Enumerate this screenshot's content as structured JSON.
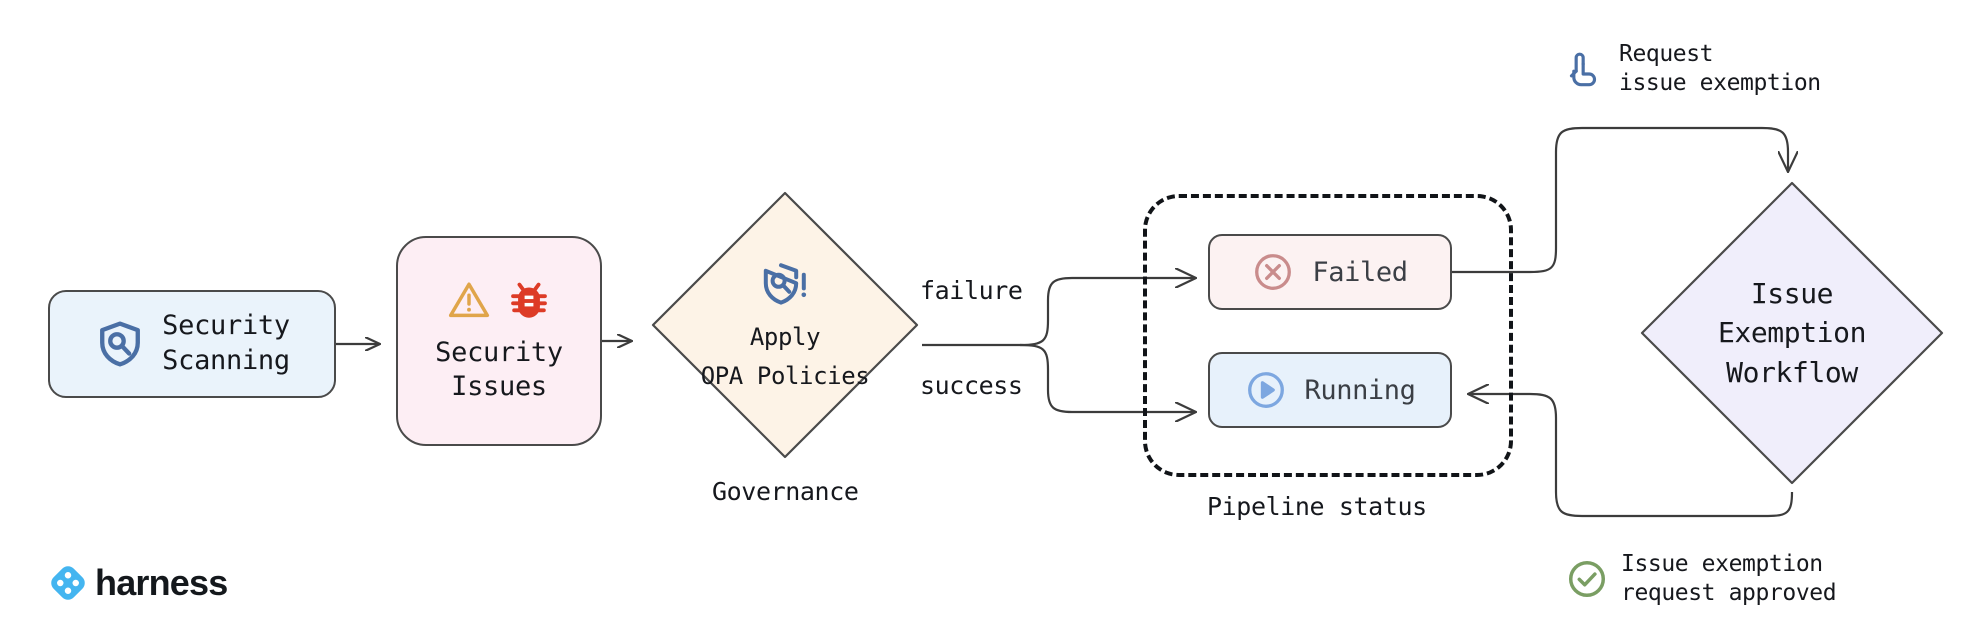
{
  "diagram": {
    "title": "Harness security scanning governance and issue exemption workflow",
    "background": "#ffffff"
  },
  "nodes": {
    "security_scanning": {
      "label_line1": "Security",
      "label_line2": "Scanning",
      "icon": "shield-search-icon",
      "fill": "#eaf3fb",
      "stroke": "#4a4a4a",
      "shape": "rounded-rect"
    },
    "security_issues": {
      "label_line1": "Security",
      "label_line2": "Issues",
      "icon_warning": "warning-triangle-icon",
      "icon_bug": "bug-icon",
      "fill": "#fdeef4",
      "stroke": "#4a4a4a",
      "shape": "rounded-rect"
    },
    "apply_opa": {
      "label_line1": "Apply",
      "label_line2": "OPA Policies",
      "icon": "shield-search-alert-icon",
      "caption": "Governance",
      "fill": "#fdf3e7",
      "stroke": "#4a4a4a",
      "shape": "diamond"
    },
    "failed": {
      "label": "Failed",
      "icon": "circle-x-icon",
      "fill": "#fcf2f2",
      "stroke": "#4a4a4a",
      "icon_color": "#c98c8c",
      "shape": "rounded-rect"
    },
    "running": {
      "label": "Running",
      "icon": "circle-play-icon",
      "fill": "#e7f1fb",
      "stroke": "#4a4a4a",
      "icon_color": "#7da7e0",
      "shape": "rounded-rect"
    },
    "pipeline_status_group": {
      "caption": "Pipeline status",
      "stroke": "#111418",
      "style": "dashed"
    },
    "issue_exemption_workflow": {
      "label_line1": "Issue",
      "label_line2": "Exemption",
      "label_line3": "Workflow",
      "fill": "#f0eefb",
      "stroke": "#4a4a4a",
      "shape": "diamond"
    }
  },
  "edge_labels": {
    "failure": "failure",
    "success": "success"
  },
  "annotations": {
    "request_exemption": {
      "line1": "Request",
      "line2": "issue exemption",
      "icon": "click-tap-hand-icon",
      "icon_color": "#4a6fa5"
    },
    "request_approved": {
      "line1": "Issue exemption",
      "line2": "request approved",
      "icon": "circle-check-icon",
      "icon_color": "#7a9e63"
    }
  },
  "branding": {
    "logo_icon": "harness-diamond-logo-icon",
    "wordmark": "harness",
    "logo_color": "#44b5f0"
  },
  "colors": {
    "accent_blue": "#4a6fa5",
    "warning_orange": "#e0a54a",
    "bug_red": "#dd3b26",
    "edge_stroke": "#3c3c3c",
    "text": "#16181d"
  }
}
